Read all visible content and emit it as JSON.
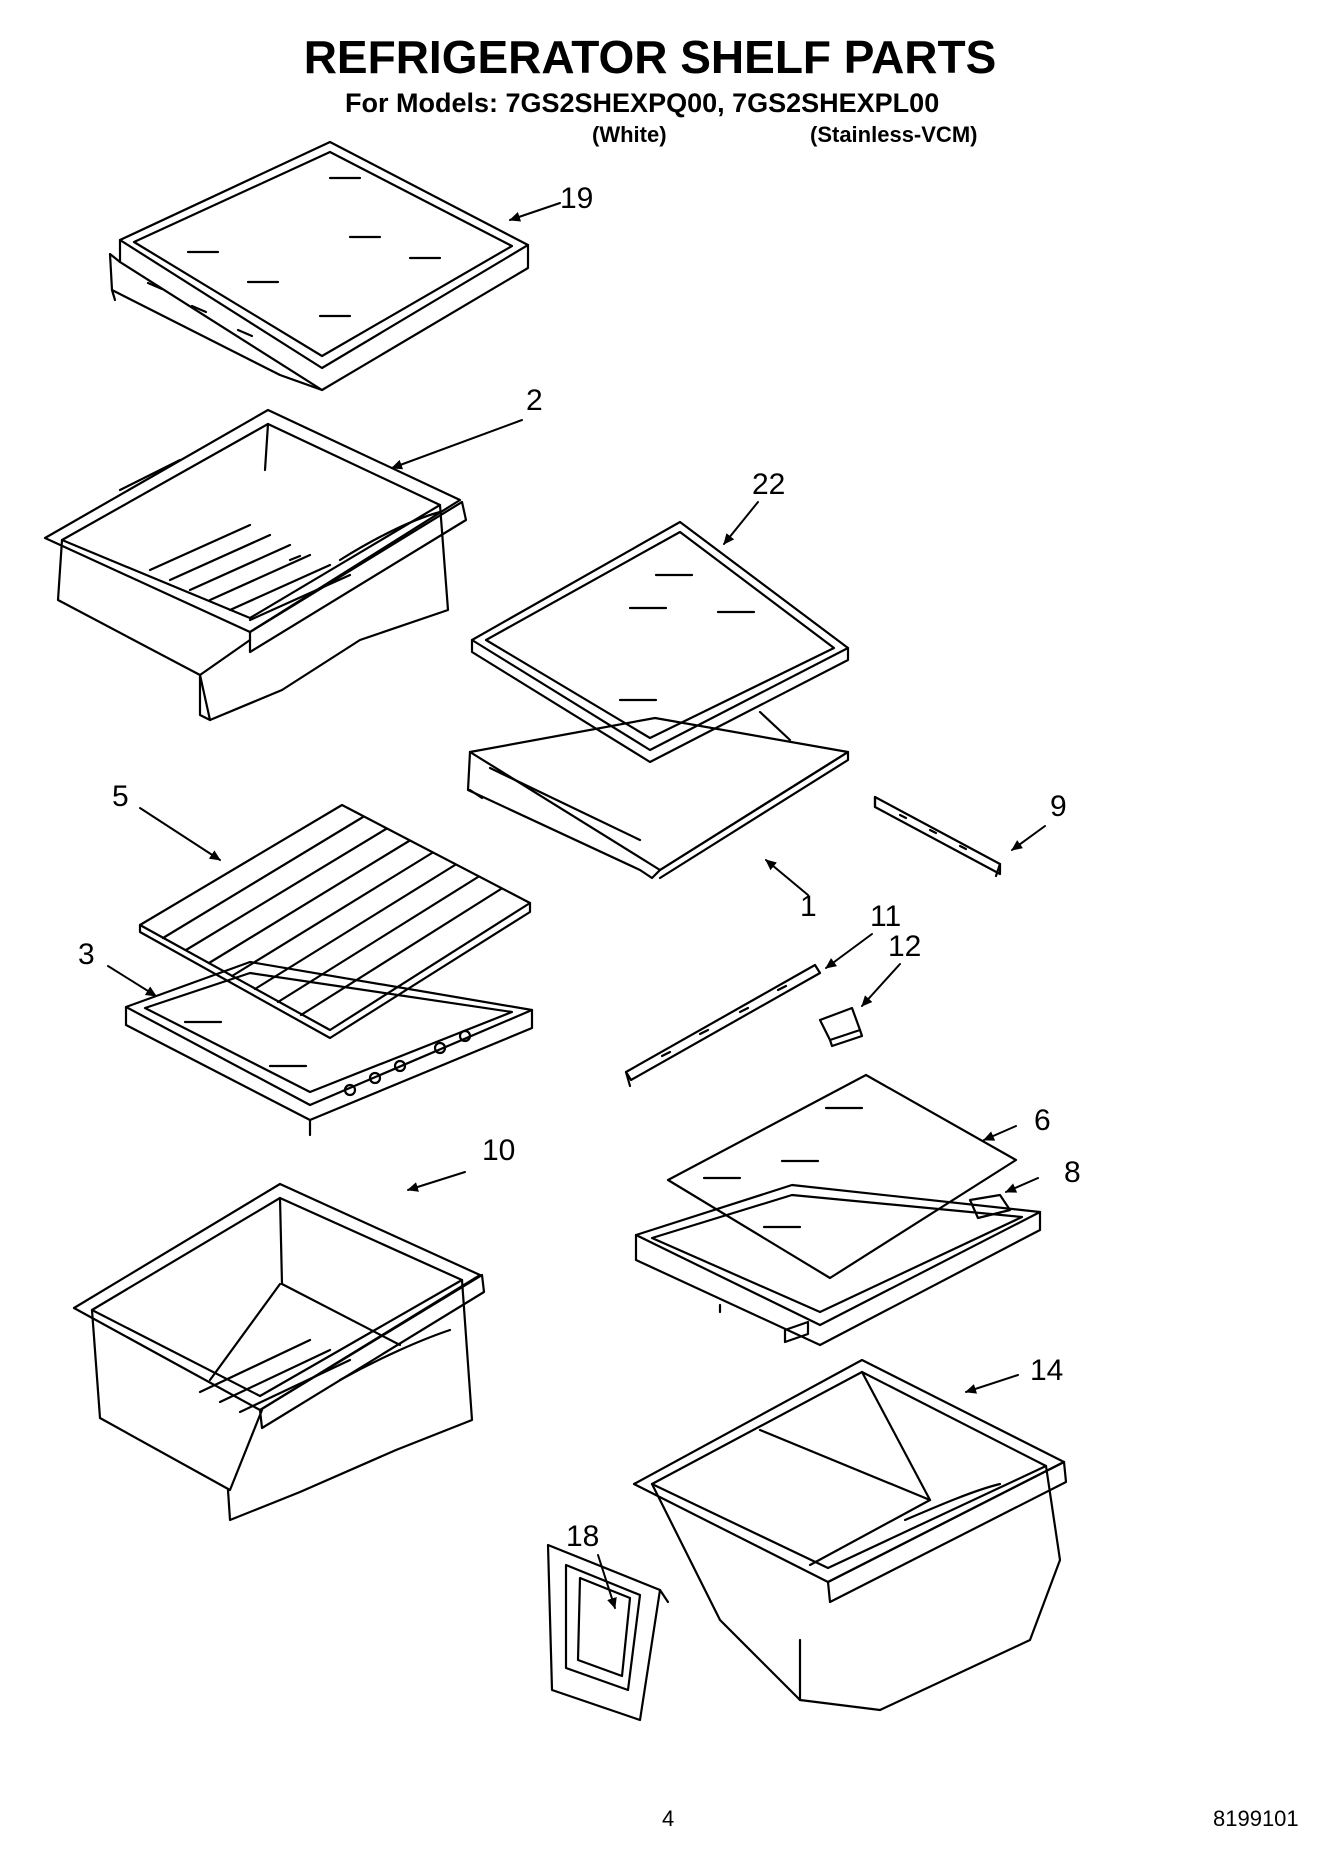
{
  "header": {
    "title": "REFRIGERATOR SHELF PARTS",
    "models": "For Models: 7GS2SHEXPQ00, 7GS2SHEXPL00",
    "variant_1": "(White)",
    "variant_2": "(Stainless-VCM)"
  },
  "callouts": {
    "c19": "19",
    "c2": "2",
    "c22": "22",
    "c5": "5",
    "c9": "9",
    "c1": "1",
    "c11": "11",
    "c12": "12",
    "c3": "3",
    "c10": "10",
    "c6": "6",
    "c8": "8",
    "c14": "14",
    "c18": "18"
  },
  "footer": {
    "page_number": "4",
    "document_number": "8199101"
  }
}
